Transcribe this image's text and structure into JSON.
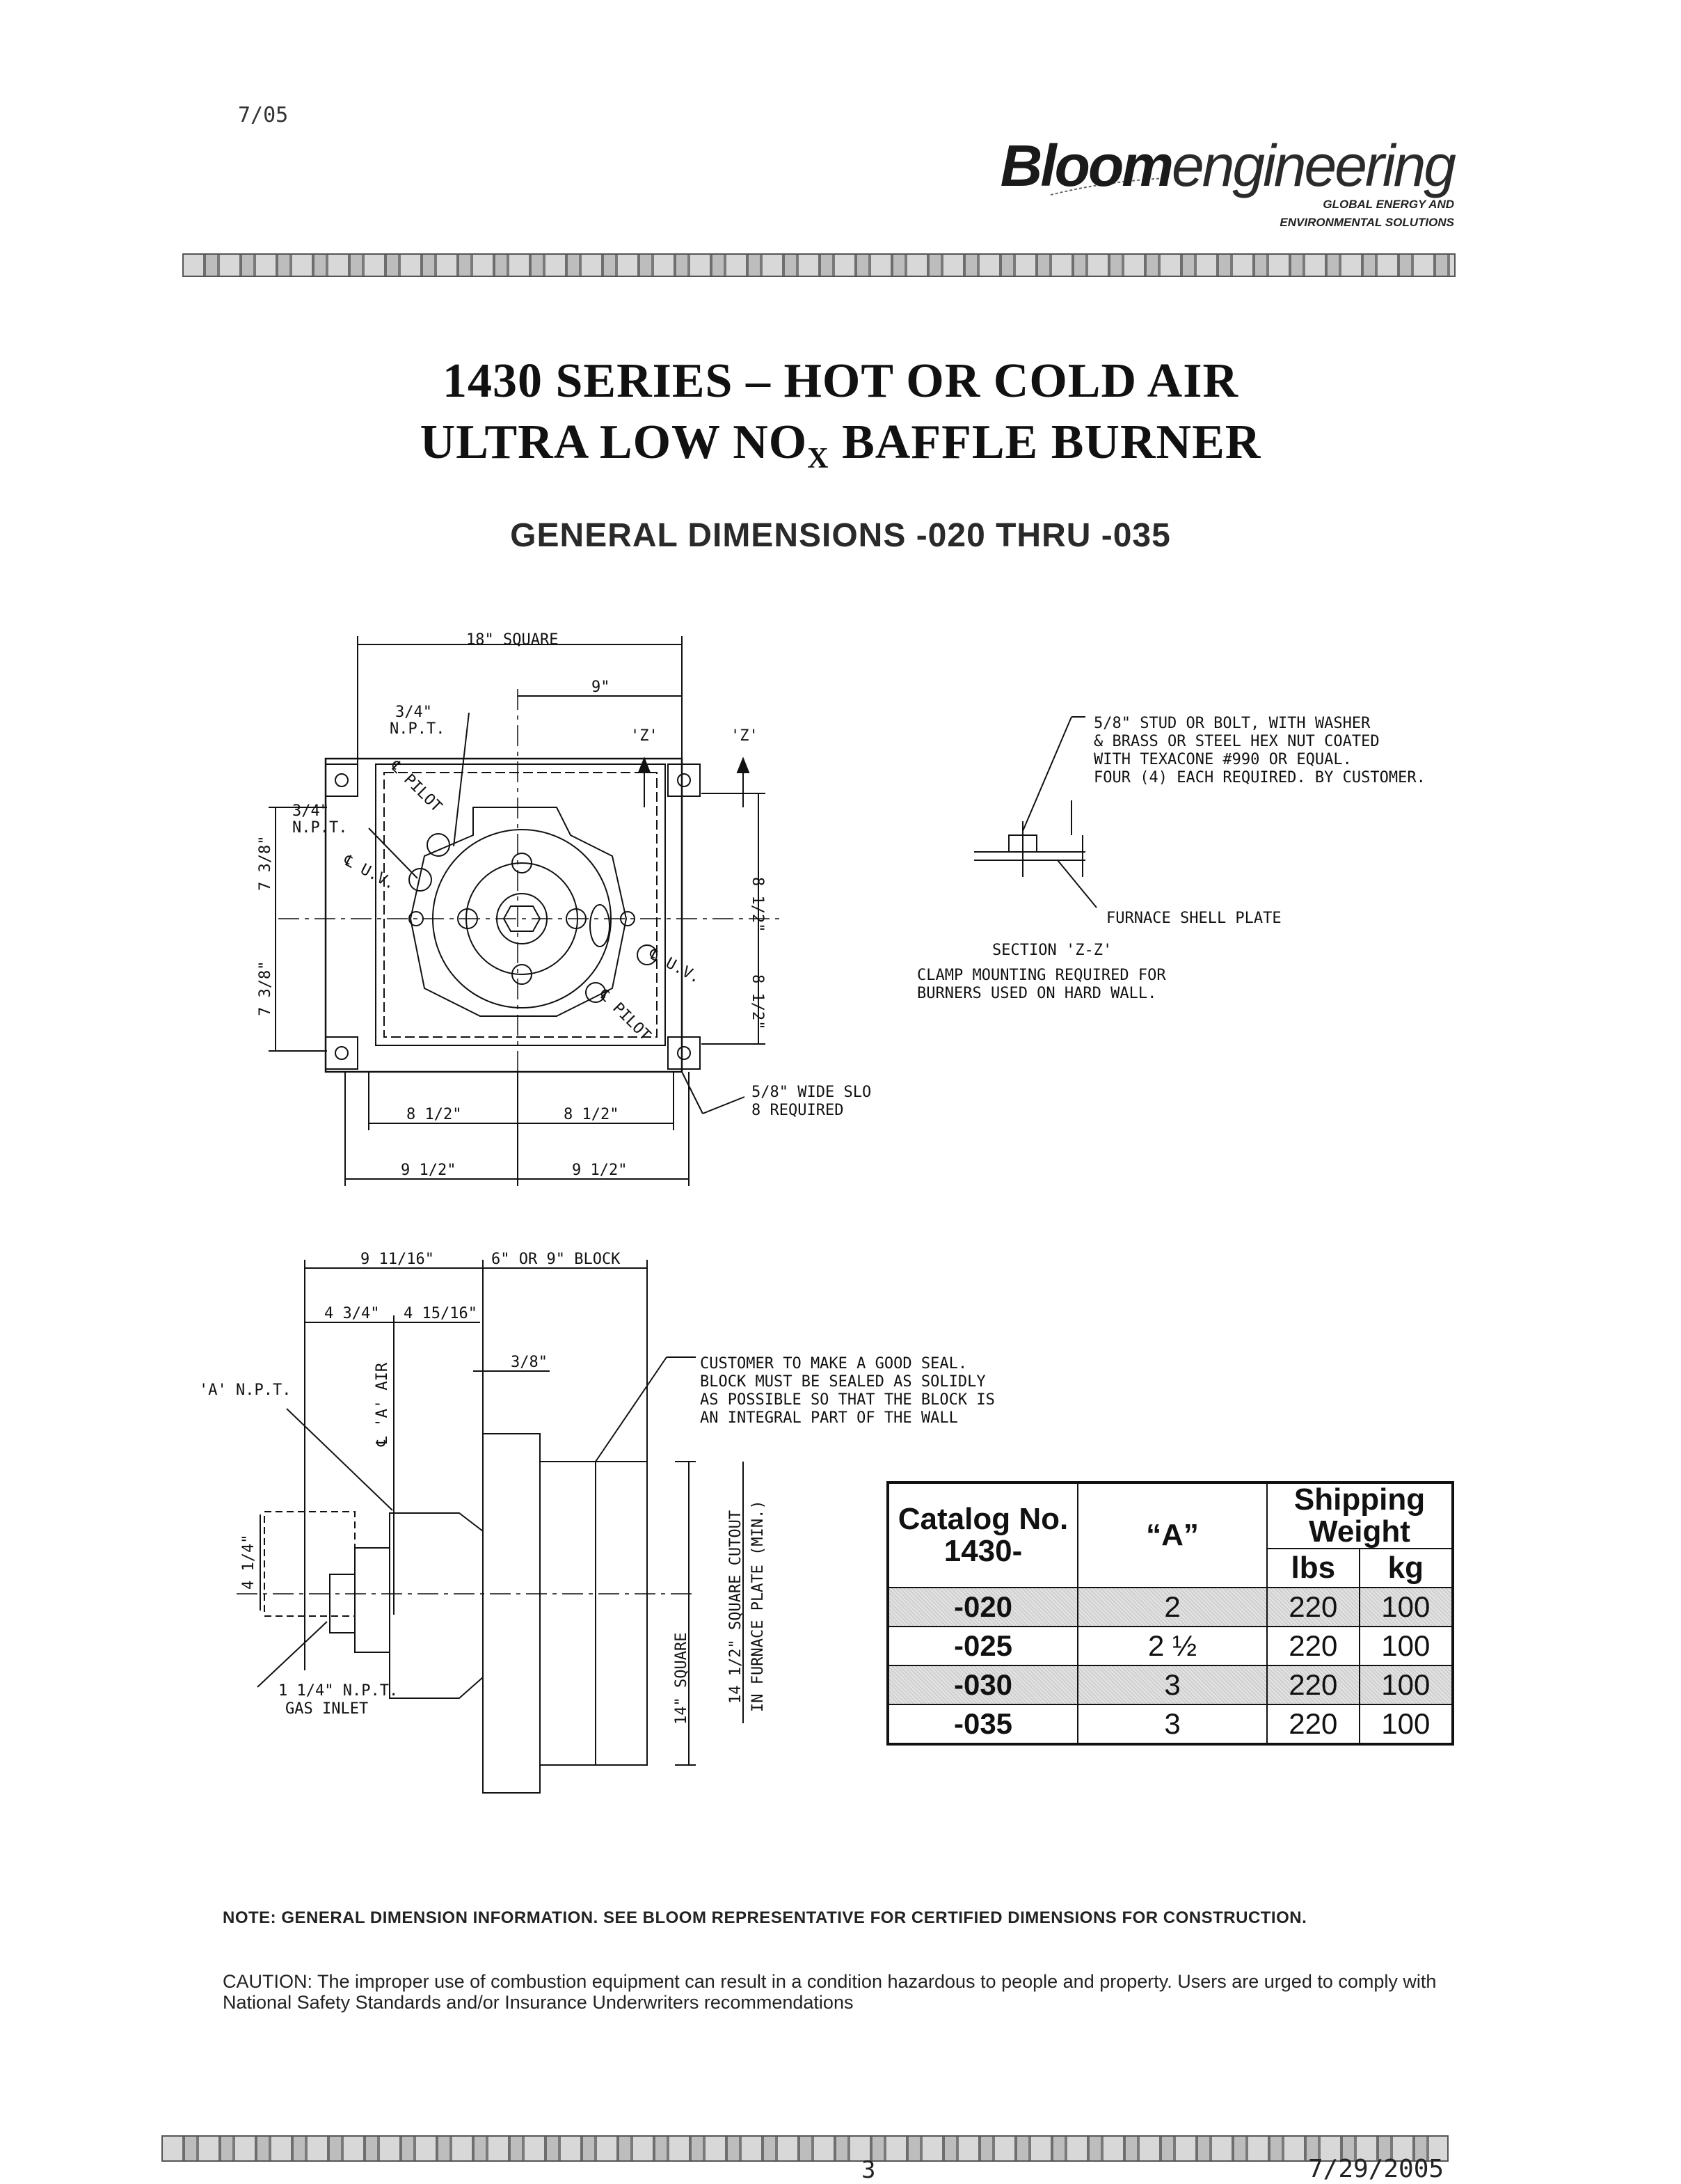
{
  "header": {
    "date": "7/05",
    "logo": {
      "name_bold": "Bloom",
      "name_light": "engineering",
      "tagline_1": "GLOBAL ENERGY AND",
      "tagline_2": "ENVIRONMENTAL SOLUTIONS"
    }
  },
  "title": {
    "line1": "1430 SERIES – HOT OR COLD AIR",
    "line2_pre": "ULTRA LOW NO",
    "line2_sub": "X",
    "line2_post": " BAFFLE BURNER",
    "subheading": "GENERAL DIMENSIONS  -020 THRU -035"
  },
  "front_view": {
    "square": "18\" SQUARE",
    "half": "9\"",
    "npt_top_1": "3/4\"",
    "npt_top_2": "N.P.T.",
    "npt_left_1": "3/4\"",
    "npt_left_2": "N.P.T.",
    "z_left": "'Z'",
    "z_right": "'Z'",
    "pilot_top": "℄ PILOT",
    "uv_top": "℄ U.V.",
    "uv_bottom": "℄ U.V.",
    "pilot_bottom": "℄ PILOT",
    "dim_left_top": "7 3/8\"",
    "dim_left_bottom": "7 3/8\"",
    "dim_right_top": "8 1/2\"",
    "dim_right_bottom": "8 1/2\"",
    "dim_bottom_inner_left": "8 1/2\"",
    "dim_bottom_inner_right": "8 1/2\"",
    "dim_bottom_outer_left": "9 1/2\"",
    "dim_bottom_outer_right": "9 1/2\"",
    "slot_1": "5/8\" WIDE SLO",
    "slot_2": "8 REQUIRED"
  },
  "section_zz": {
    "stud_1": "5/8\" STUD OR BOLT, WITH WASHER",
    "stud_2": "& BRASS OR STEEL HEX NUT COATED",
    "stud_3": "WITH TEXACONE #990 OR EQUAL.",
    "stud_4": "FOUR (4) EACH REQUIRED. BY CUSTOMER.",
    "shell": "FURNACE SHELL PLATE",
    "section": "SECTION 'Z-Z'",
    "clamp_1": "CLAMP MOUNTING REQUIRED FOR",
    "clamp_2": "BURNERS USED ON HARD WALL."
  },
  "side_view": {
    "dim_a": "9 11/16\"",
    "dim_block": "6\" OR 9\" BLOCK",
    "dim_b": "4 3/4\"",
    "dim_c": "4 15/16\"",
    "dim_d": "3/8\"",
    "air": "℄ 'A' AIR",
    "a_npt": "'A' N.P.T.",
    "dim_e": "4 1/4\"",
    "square": "14\" SQUARE",
    "cutout": "14 1/2\" SQUARE CUTOUT",
    "cutout_2": "IN FURNACE PLATE (MIN.)",
    "gas_1": "1 1/4\" N.P.T.",
    "gas_2": "GAS INLET",
    "seal_1": "CUSTOMER TO MAKE A GOOD SEAL.",
    "seal_2": "BLOCK MUST BE SEALED AS SOLIDLY",
    "seal_3": "AS POSSIBLE SO THAT THE BLOCK IS",
    "seal_4": "AN INTEGRAL PART OF THE WALL"
  },
  "table": {
    "col_catalog": "Catalog No. 1430-",
    "col_a": "“A”",
    "col_weight": "Shipping Weight",
    "col_lbs": "lbs",
    "col_kg": "kg",
    "rows": [
      {
        "catalog": "-020",
        "a": "2",
        "lbs": "220",
        "kg": "100"
      },
      {
        "catalog": "-025",
        "a": "2 ½",
        "lbs": "220",
        "kg": "100"
      },
      {
        "catalog": "-030",
        "a": "3",
        "lbs": "220",
        "kg": "100"
      },
      {
        "catalog": "-035",
        "a": "3",
        "lbs": "220",
        "kg": "100"
      }
    ]
  },
  "note": "NOTE:  GENERAL DIMENSION INFORMATION.  SEE BLOOM REPRESENTATIVE FOR CERTIFIED DIMENSIONS FOR CONSTRUCTION.",
  "caution": "CAUTION:  The improper use of combustion equipment can result in a condition hazardous to people and property.  Users are urged to comply with National Safety Standards and/or Insurance Underwriters recommendations",
  "footer": {
    "page": "3",
    "date": "7/29/2005"
  }
}
